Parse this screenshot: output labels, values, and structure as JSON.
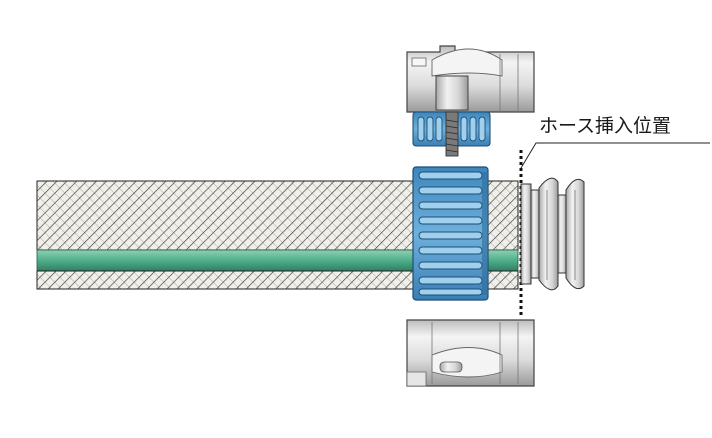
{
  "diagram": {
    "callout": {
      "label": "ホース挿入位置"
    },
    "colors": {
      "hose_hatch": "#2b2b2b",
      "hose_fill": "#f1efe9",
      "hose_core": "#5bb394",
      "ferrule_blue": "#4f93c6",
      "ferrule_dark": "#2e6d99",
      "metal_light": "#eeeeee",
      "metal_mid": "#c9c9c9",
      "metal_dark": "#8f8f8f"
    },
    "parts": {
      "hose": "hose",
      "ferrule": "ferrule-sleeve",
      "fitting": "fitting-nipple",
      "upper_die": "upper-crimp-die",
      "lower_die": "lower-crimp-die",
      "insertion_mark": "hose-insertion-position-line"
    }
  }
}
